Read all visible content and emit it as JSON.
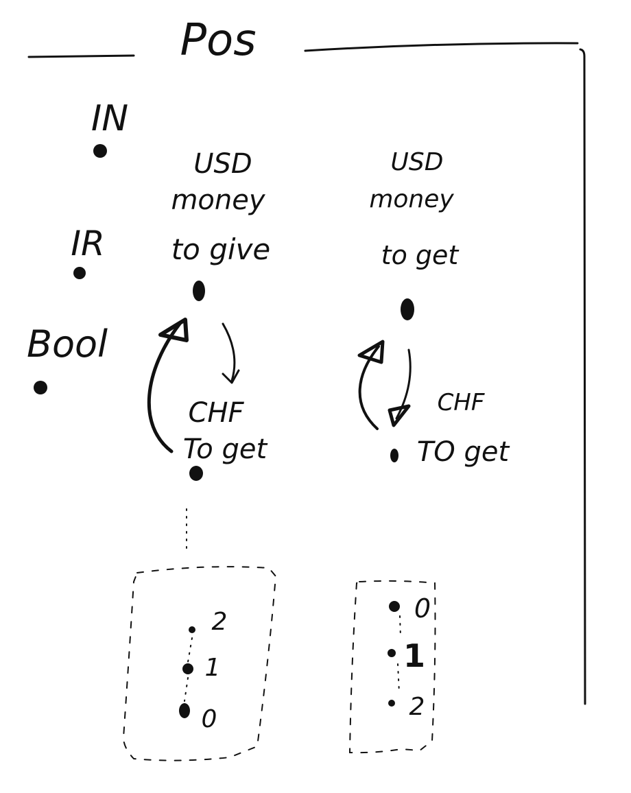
{
  "title": "Pos",
  "side_labels": {
    "in": "IN",
    "ir": "IR",
    "bool": "Bool"
  },
  "left_column": {
    "top_line1": "USD",
    "top_line2": "money",
    "top_line3": "to give",
    "bottom_line1": "CHF",
    "bottom_line2": "To get",
    "levels": [
      "2",
      "1",
      "0"
    ]
  },
  "right_column": {
    "top_line1": "USD",
    "top_line2": "money",
    "top_line3": "to get",
    "bottom_line1": "CHF",
    "bottom_line2": "TO get",
    "levels": [
      "0",
      "1",
      "2"
    ]
  }
}
